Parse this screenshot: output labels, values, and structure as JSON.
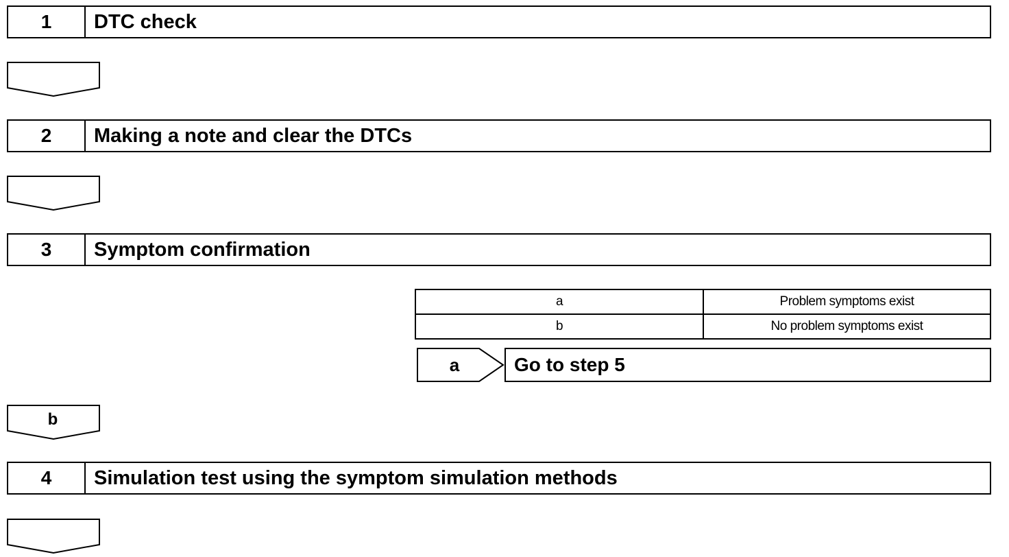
{
  "steps": [
    {
      "number": "1",
      "title": "DTC check"
    },
    {
      "number": "2",
      "title": "Making a note and clear the DTCs"
    },
    {
      "number": "3",
      "title": "Symptom confirmation"
    },
    {
      "number": "4",
      "title": "Simulation test using the symptom simulation methods"
    }
  ],
  "connectors": [
    {
      "label": ""
    },
    {
      "label": ""
    },
    {
      "label": "b"
    },
    {
      "label": ""
    }
  ],
  "result_table": [
    {
      "key": "a",
      "description": "Problem symptoms exist"
    },
    {
      "key": "b",
      "description": "No problem symptoms exist"
    }
  ],
  "branch": {
    "tag": "a",
    "target": "Go to step 5"
  }
}
